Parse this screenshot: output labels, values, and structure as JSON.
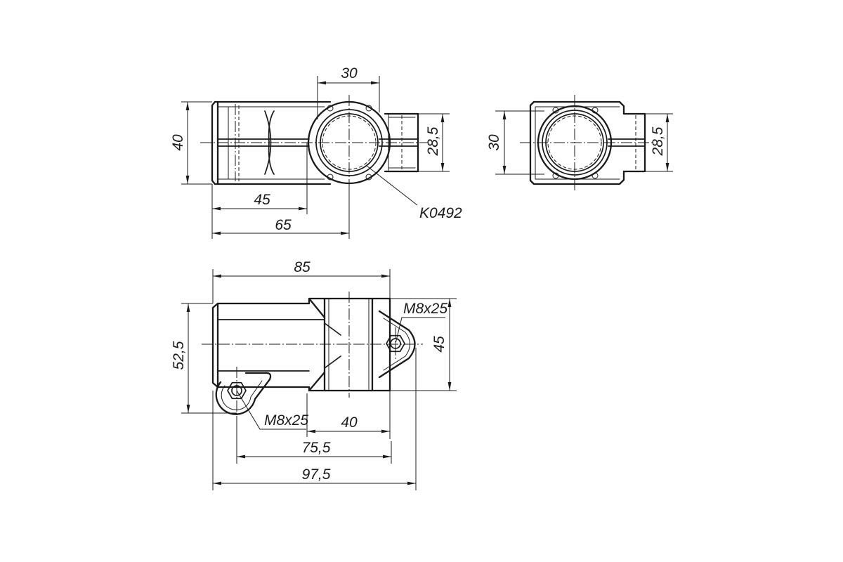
{
  "drawing": {
    "front_view": {
      "dim_width_30": "30",
      "dim_height_40": "40",
      "dim_tab_28_5": "28,5",
      "dim_45": "45",
      "dim_65": "65",
      "part_number": "K0492"
    },
    "side_view": {
      "dim_30": "30",
      "dim_28_5": "28,5"
    },
    "bottom_view": {
      "dim_85": "85",
      "bolt_label_top": "M8x25",
      "dim_45": "45",
      "dim_52_5": "52,5",
      "bolt_label_bottom": "M8x25",
      "dim_40": "40",
      "dim_75_5": "75,5",
      "dim_97_5": "97,5"
    }
  },
  "colors": {
    "line": "#1a1a1a",
    "background": "#ffffff"
  }
}
